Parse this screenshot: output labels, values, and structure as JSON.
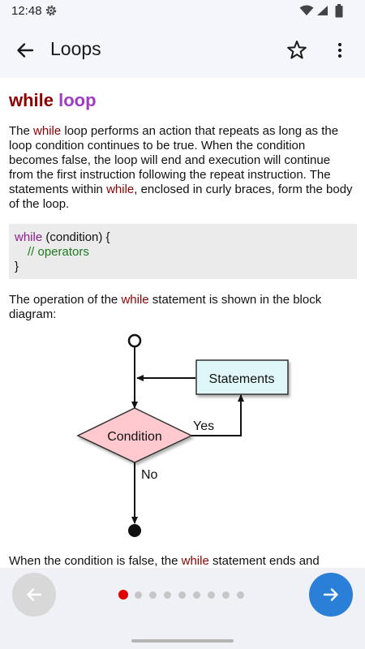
{
  "status_bar": {
    "time": "12:48"
  },
  "app_bar": {
    "title": "Loops"
  },
  "article": {
    "heading_keyword": "while",
    "heading_rest": " loop",
    "intro_paragraph": {
      "part1": "The ",
      "kw1": "while",
      "part2": " loop performs an action that repeats as long as the loop condition continues to be true. When the condition becomes false, the loop will end and execution will continue from the first instruction following the repeat instruction. The statements within ",
      "kw2": "while",
      "part3": ", enclosed in curly braces, form the body of the loop."
    },
    "code": {
      "keyword": "while",
      "line1_rest": " (condition) {",
      "line2": "// operators",
      "line3": "}"
    },
    "diagram_paragraph": {
      "part1": "The operation of the ",
      "kw": "while",
      "part2": " statement is shown in the block diagram:"
    },
    "diagram": {
      "statements_label": "Statements",
      "condition_label": "Condition",
      "yes_label": "Yes",
      "no_label": "No"
    },
    "end_paragraph": {
      "part1": "When the condition is false, the ",
      "kw": "while",
      "part2": " statement ends and"
    }
  },
  "pager": {
    "total_pages": 9,
    "current_page": 1
  },
  "colors": {
    "keyword": "#8b0000",
    "heading_accent": "#a03cc4",
    "code_keyword": "#8b1e8b",
    "code_comment": "#1e7a1e",
    "next_button": "#2a7fd7",
    "active_dot": "#e00000",
    "statements_box": "#e0f7fa",
    "condition_diamond": "#ffc9cf"
  },
  "icons": {
    "back": "arrow-left-icon",
    "star": "star-outline-icon",
    "more": "more-vertical-icon",
    "prev": "arrow-left-icon",
    "next": "arrow-right-icon"
  }
}
